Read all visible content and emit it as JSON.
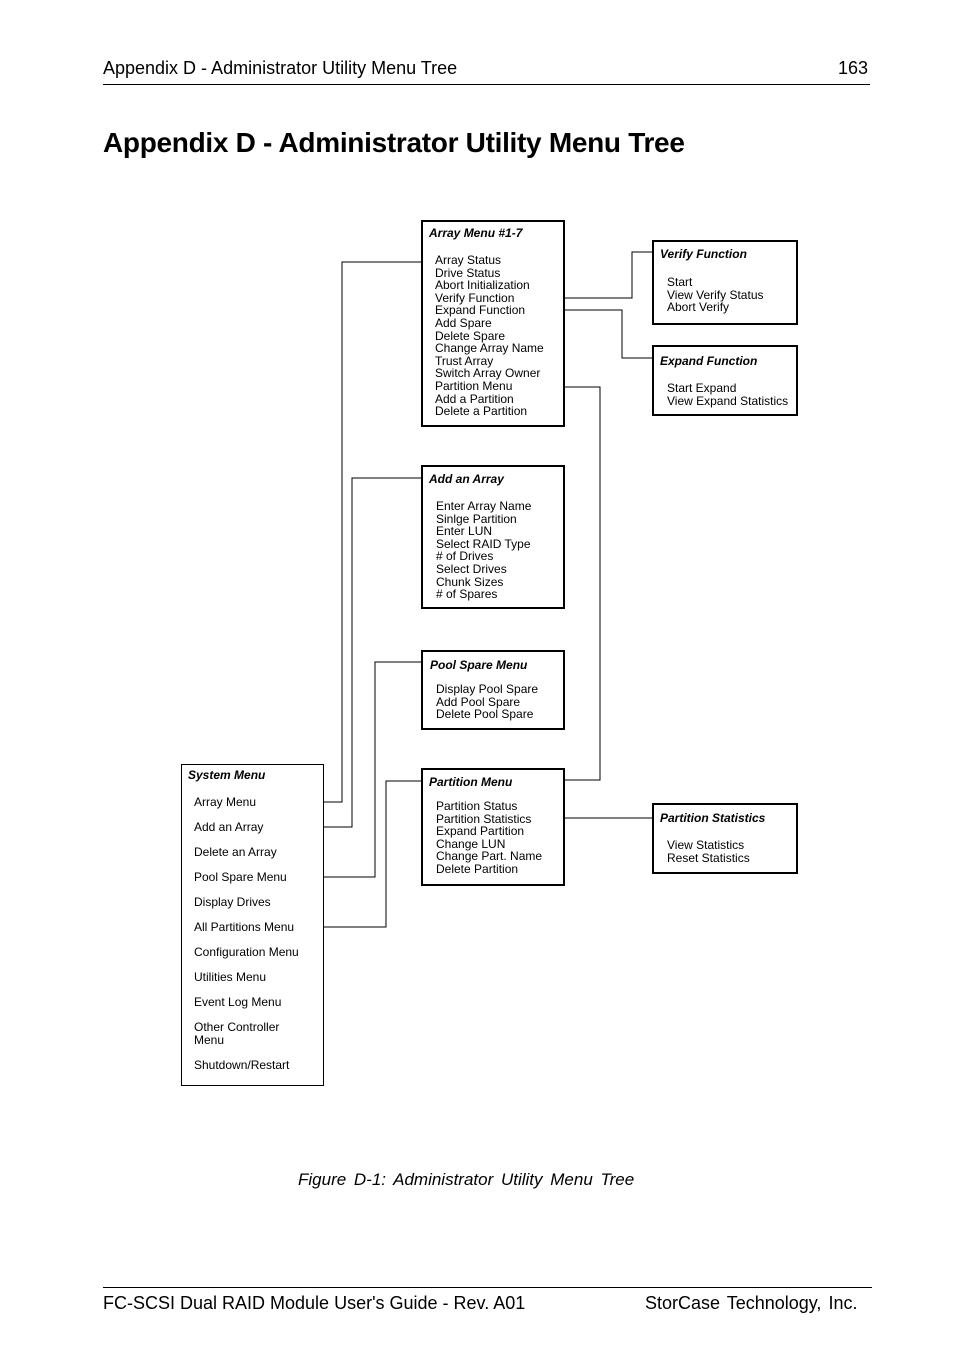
{
  "header": {
    "running_title": "Appendix D - Administrator Utility Menu Tree",
    "page_number": "163"
  },
  "page_title": "Appendix D - Administrator Utility Menu Tree",
  "diagram": {
    "array_menu": {
      "title": "Array Menu #1-7",
      "items": [
        "Array Status",
        "Drive Status",
        "Abort Initialization",
        "Verify Function",
        "Expand Function",
        "Add Spare",
        "Delete Spare",
        "Change Array Name",
        "Trust Array",
        "Switch Array Owner",
        "Partition Menu",
        "Add a Partition",
        "Delete a Partition"
      ]
    },
    "verify_function": {
      "title": "Verify Function",
      "items": [
        "Start",
        "View Verify Status",
        "Abort Verify"
      ]
    },
    "expand_function": {
      "title": "Expand Function",
      "items": [
        "Start Expand",
        "View Expand Statistics"
      ]
    },
    "add_array": {
      "title": "Add an Array",
      "items": [
        "Enter Array Name",
        "Sinlge Partition",
        "Enter LUN",
        "Select RAID Type",
        "# of Drives",
        "Select Drives",
        "Chunk Sizes",
        "# of Spares"
      ]
    },
    "pool_spare_menu": {
      "title": "Pool Spare Menu",
      "items": [
        "Display Pool Spare",
        "Add Pool Spare",
        "Delete Pool Spare"
      ]
    },
    "partition_menu": {
      "title": "Partition Menu",
      "items": [
        "Partition Status",
        "Partition Statistics",
        "Expand Partition",
        "Change LUN",
        "Change Part. Name",
        "Delete Partition"
      ]
    },
    "partition_statistics": {
      "title": "Partition Statistics",
      "items": [
        "View Statistics",
        "Reset Statistics"
      ]
    },
    "system_menu": {
      "title": "System Menu",
      "items": [
        "Array Menu",
        "Add an Array",
        "Delete an Array",
        "Pool Spare Menu",
        "Display Drives",
        "All Partitions Menu",
        "Configuration Menu",
        "Utilities Menu",
        "Event Log Menu",
        "Other Controller Menu",
        "Shutdown/Restart"
      ]
    },
    "connections": [
      {
        "from": "System Menu > Array Menu",
        "to": "Array Menu #1-7"
      },
      {
        "from": "System Menu > Add an Array",
        "to": "Add an Array"
      },
      {
        "from": "System Menu > Pool Spare Menu",
        "to": "Pool Spare Menu"
      },
      {
        "from": "System Menu > All Partitions Menu",
        "to": "Partition Menu"
      },
      {
        "from": "Array Menu #1-7 > Verify Function",
        "to": "Verify Function"
      },
      {
        "from": "Array Menu #1-7 > Expand Function",
        "to": "Expand Function"
      },
      {
        "from": "Array Menu #1-7 > Partition Menu",
        "to": "Partition Menu"
      },
      {
        "from": "Partition Menu > Partition Statistics",
        "to": "Partition Statistics"
      }
    ]
  },
  "caption": "Figure D-1:  Administrator Utility Menu Tree",
  "footer": {
    "left": "FC-SCSI Dual RAID Module User's Guide - Rev. A01",
    "right": "StorCase Technology, Inc."
  }
}
